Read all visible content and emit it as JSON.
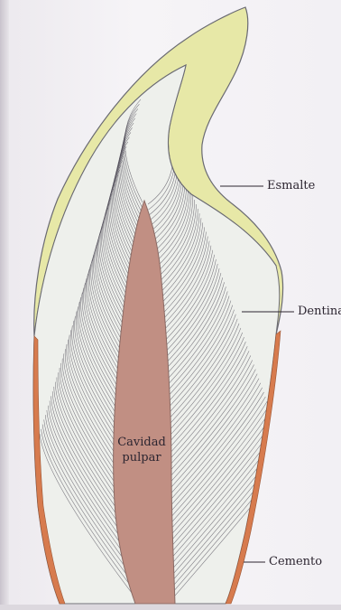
{
  "labels": {
    "esmalte": "Esmalte",
    "dentina": "Dentina",
    "cemento": "Cemento",
    "pulpa_line1": "Cavidad",
    "pulpa_line2": "pulpar"
  },
  "colors": {
    "enamel": "#e7e8a7",
    "dentin": "#eef0ec",
    "tubules": "#4d4a55",
    "pulp": "#c18f83",
    "cementum": "#d77b4e",
    "outline": "#6a6a72"
  }
}
